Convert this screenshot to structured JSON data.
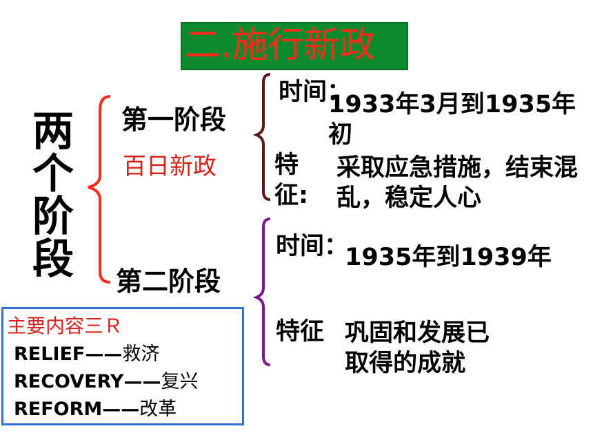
{
  "title": "二.施行新政",
  "side_title": "两个阶段",
  "stages": [
    {
      "name": "第一阶段",
      "subtitle": "百日新政",
      "time_label": "时间：",
      "time_value": "1933年3月到1935年初",
      "feature_label": "特征:",
      "feature_value": "采取应急措施，结束混乱，稳定人心"
    },
    {
      "name": "第二阶段",
      "time_label": "时间：",
      "time_value": "1935年到1939年",
      "feature_label": "特征",
      "feature_value_line1": "巩固和发展已",
      "feature_value_line2": "取得的成就"
    }
  ],
  "content_box": {
    "heading": "主要内容三Ｒ",
    "items": [
      {
        "en": "RELIEF——",
        "cn": "救济"
      },
      {
        "en": "RECOVERY——",
        "cn": "复兴"
      },
      {
        "en": "REFORM——",
        "cn": "改革"
      }
    ]
  },
  "colors": {
    "title_bg": "#0d8a2e",
    "title_text": "#ff2a1a",
    "red_accent": "#d6221b",
    "brace_stage1": "#5a1a1a",
    "brace_stage2": "#7a1a8a",
    "box_border": "#2f6fd8"
  }
}
